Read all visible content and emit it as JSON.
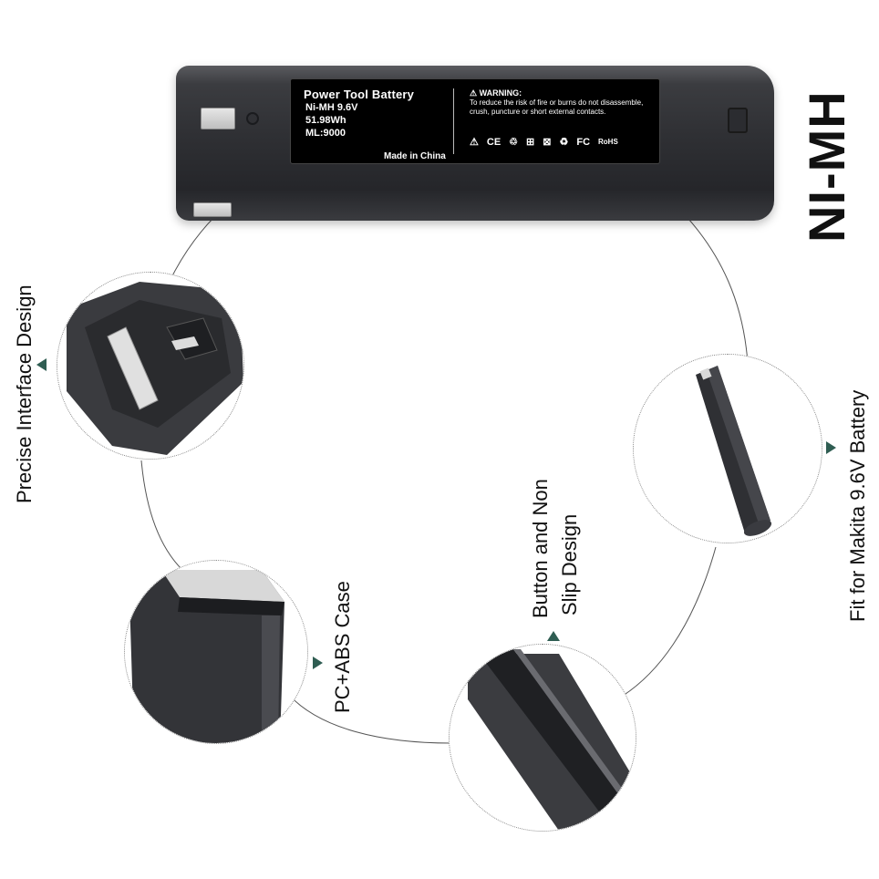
{
  "battery_label": {
    "title": "Power Tool Battery",
    "lines": [
      "Ni-MH 9.6V",
      "51.98Wh",
      "ML:9000"
    ],
    "made_in": "Made in China",
    "warning_title": "WARNING:",
    "warning_text": "To reduce the risk of fire or burns do not disassemble, crush, puncture or short external contacts.",
    "cert_marks": [
      "CE",
      "FC",
      "RoHS"
    ]
  },
  "chemistry_heading": "NI-MH",
  "features": {
    "interface": "Precise Interface Design",
    "case": "PC+ABS Case",
    "button_line1": "Button and Non",
    "button_line2": "Slip Design",
    "fit": "Fit for Makita 9.6V Battery"
  },
  "colors": {
    "battery_body": "#2f3034",
    "label_bg": "#000000",
    "arrow_accent": "#2f5d52"
  },
  "icons": [
    "warning-triangle-icon",
    "ce-mark-icon",
    "pb-recycle-icon",
    "sort-bin-icon",
    "crossed-bin-icon",
    "recycle-icon",
    "fc-mark-icon"
  ]
}
